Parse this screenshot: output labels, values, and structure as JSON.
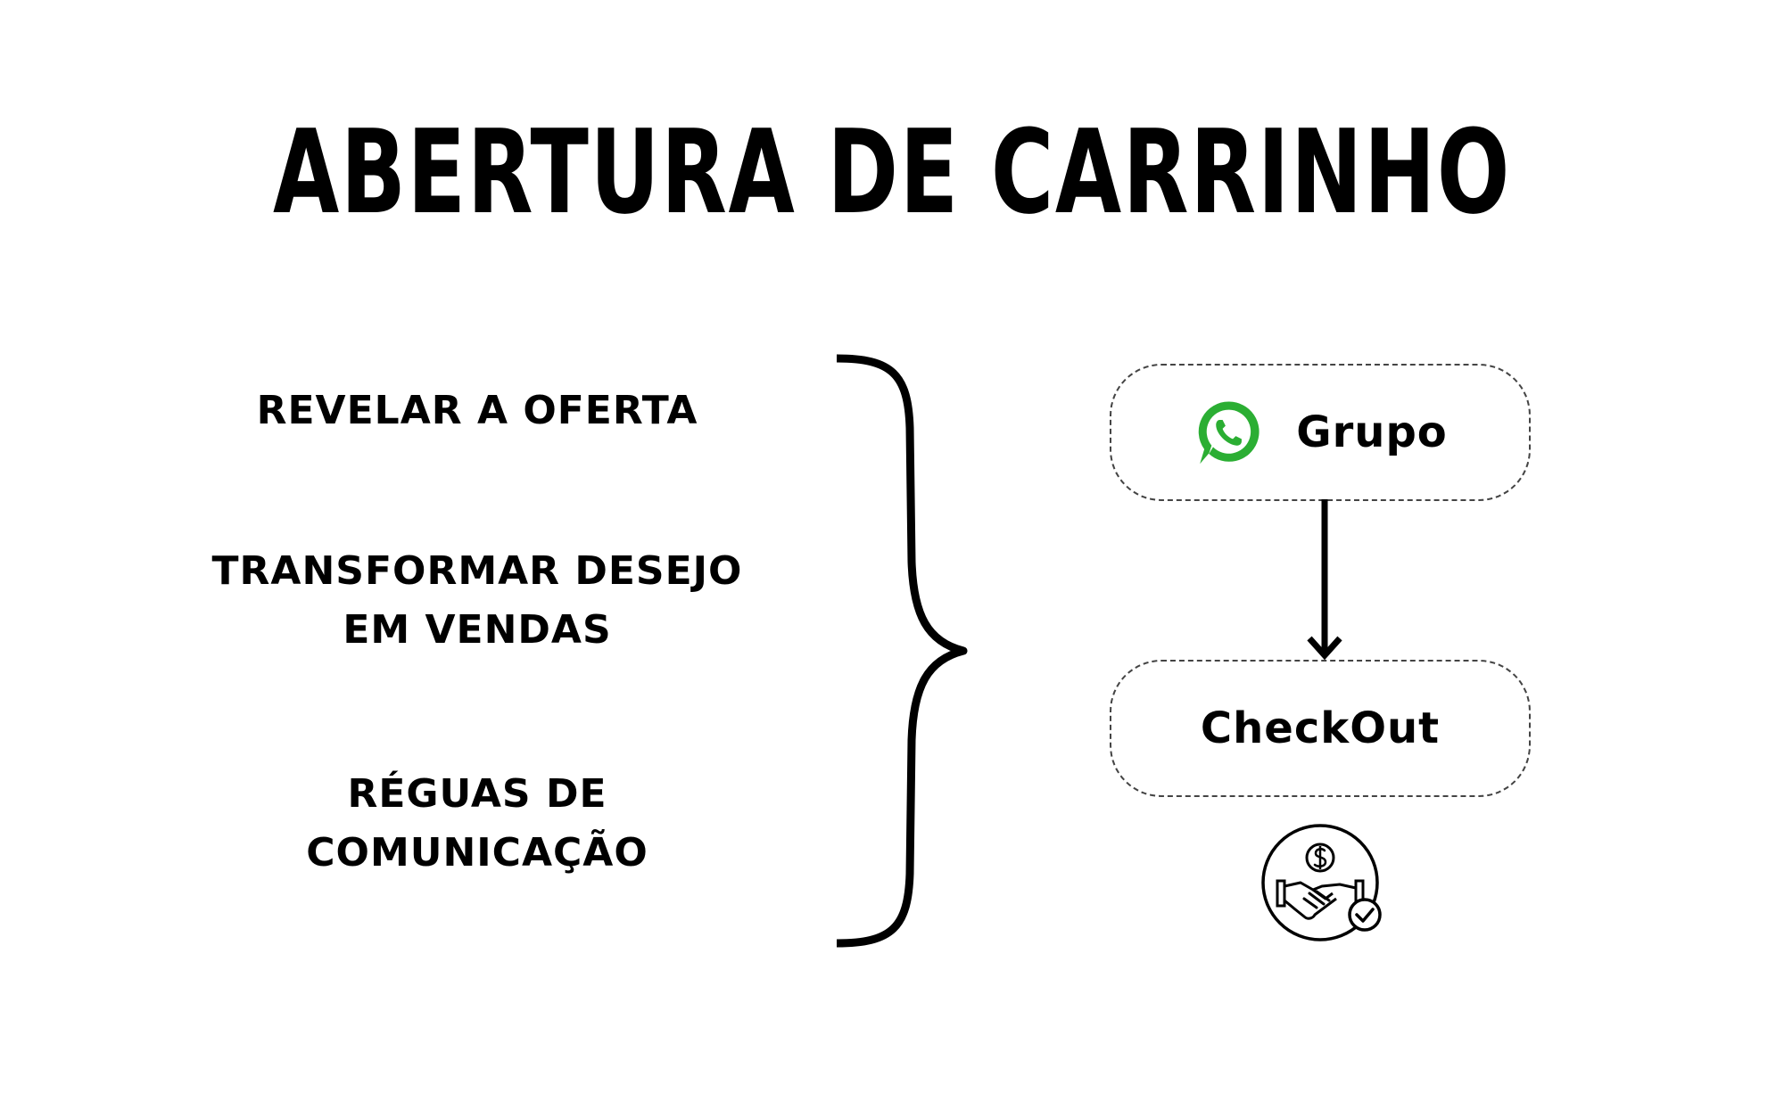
{
  "title": "ABERTURA DE CARRINHO",
  "left_items": [
    {
      "lines": [
        "REVELAR A OFERTA"
      ]
    },
    {
      "lines": [
        "TRANSFORMAR DESEJO",
        "EM VENDAS"
      ]
    },
    {
      "lines": [
        "RÉGUAS DE",
        "COMUNICAÇÃO"
      ]
    }
  ],
  "flow": {
    "nodes": [
      {
        "label": "Grupo",
        "icon": "whatsapp-icon"
      },
      {
        "label": "CheckOut"
      }
    ],
    "arrow": "down-arrow",
    "footer_icon": "handshake-money-check-icon"
  },
  "colors": {
    "text": "#000000",
    "whatsapp_green": "#2BAE33",
    "box_border": "#444444"
  }
}
